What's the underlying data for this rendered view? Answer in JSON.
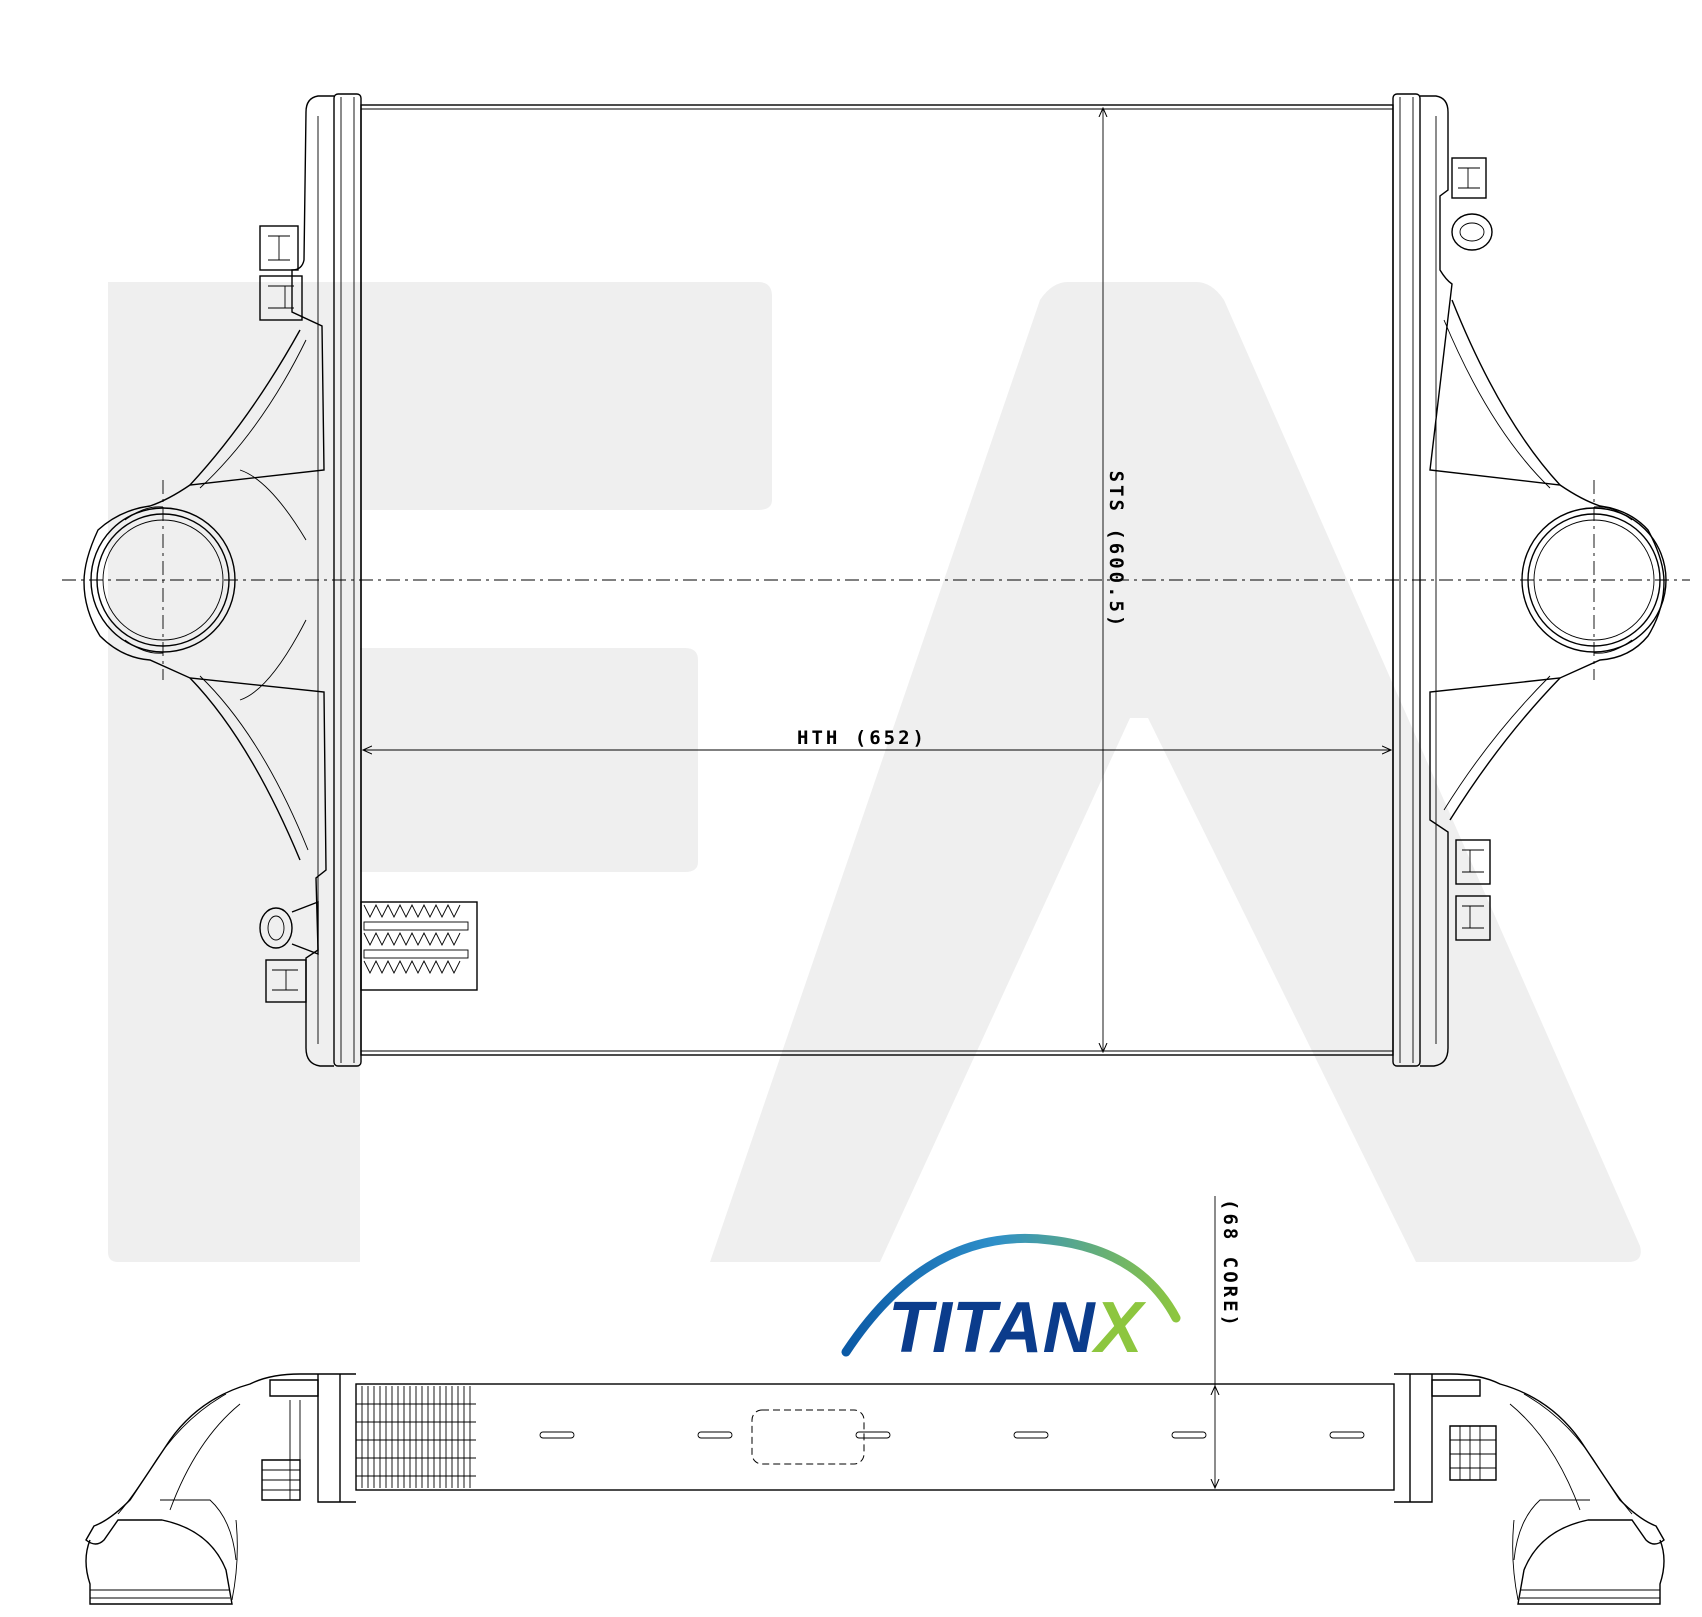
{
  "dimensions": {
    "width_label": "HTH (652)",
    "height_label": "STS (600.5)",
    "core_label": "(68 CORE)"
  },
  "logo": {
    "text_main": "TITAN",
    "text_accent": "X",
    "color_main": "#0b3c8c",
    "color_accent": "#8dc63f",
    "arc_gradient": [
      "#0b5aa6",
      "#2e8fc9",
      "#8dc63f"
    ]
  },
  "watermark": {
    "letters": "FA",
    "color": "#efefef"
  }
}
